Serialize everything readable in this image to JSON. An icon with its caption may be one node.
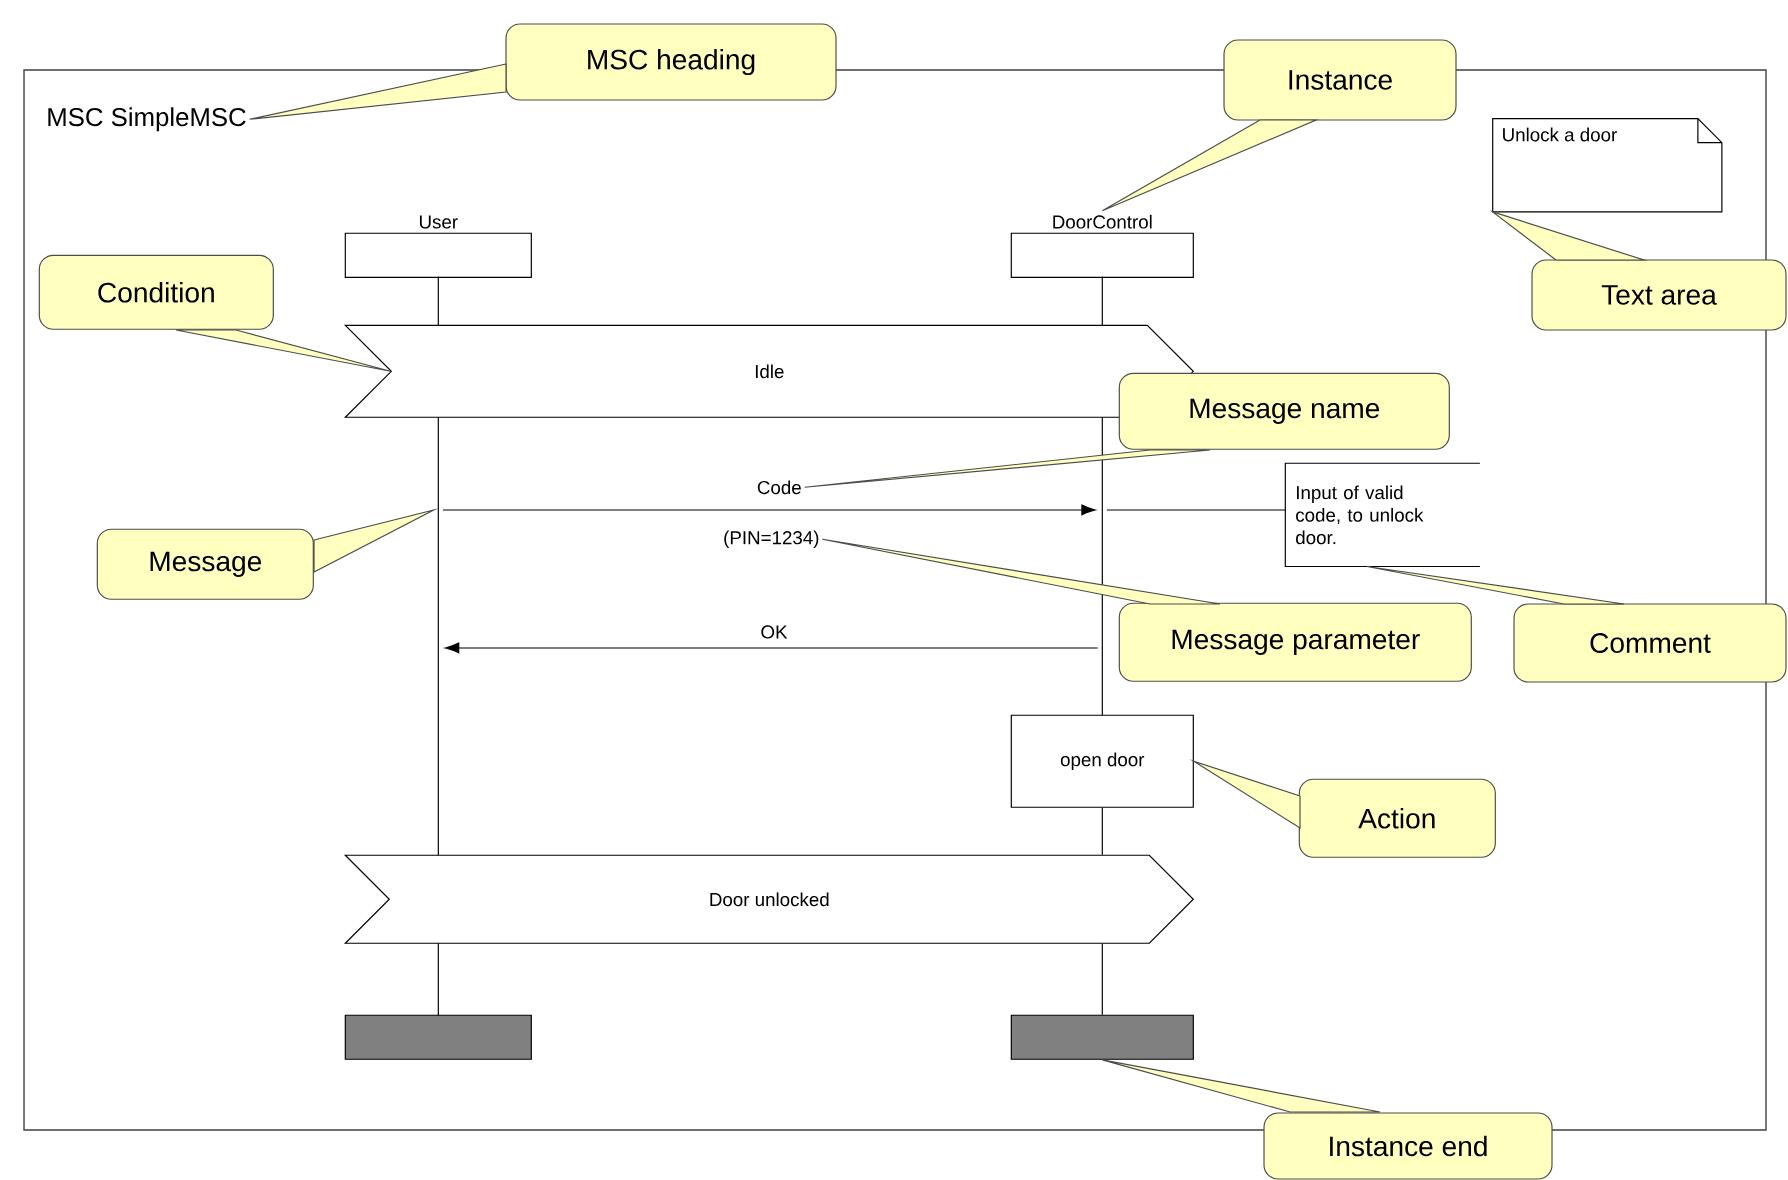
{
  "diagram": {
    "nodes": [
      {
        "text": [
          "MSC SimpleMSC"
        ]
      },
      {
        "text": [
          "MSC heading"
        ]
      },
      {
        "text": [
          "Instance"
        ]
      },
      {
        "text": [
          "User"
        ],
        "in": 0
      },
      {
        "text": [
          "DoorControl"
        ],
        "in": 0
      },
      {
        "text": [],
        "shape": "line",
        "in": 0
      },
      {
        "text": [],
        "shape": "line",
        "in": 0
      },
      {
        "text": [
          "Unlock a door"
        ],
        "in": 0
      },
      {
        "text": [
          "Condition"
        ],
        "in": 0
      },
      {
        "text": [
          "Text area"
        ]
      },
      {
        "text": [
          "Idle"
        ],
        "in": 0
      },
      {
        "text": [
          "Message name"
        ],
        "in": 0
      },
      {
        "text": [
          "Code"
        ],
        "in": 0
      },
      {
        "text": [
          "Input of valid code, to unlock door."
        ],
        "in": 0
      },
      {
        "text": [
          "Message"
        ],
        "in": 0
      },
      {
        "text": [
          "(PIN=1234)"
        ],
        "in": 0
      },
      {
        "text": [
          "Message parameter"
        ],
        "in": 0
      },
      {
        "text": [
          "Comment"
        ]
      },
      {
        "text": [
          "open door"
        ],
        "in": 0
      },
      {
        "text": [
          "Action"
        ],
        "in": 0
      },
      {
        "text": [
          "Door unlocked"
        ],
        "in": 0
      },
      {
        "text": [],
        "shape": "bar",
        "in": 0
      },
      {
        "text": [],
        "shape": "bar",
        "in": 0
      },
      {
        "text": [
          "Instance end"
        ]
      }
    ],
    "edges": [
      {
        "from": 5,
        "to": 6,
        "arrow": "to"
      },
      {
        "from": 6,
        "to": 5,
        "arrow": "to",
        "label": "OK"
      },
      {
        "from": 6,
        "to": 13,
        "arrow": "none"
      },
      {
        "from": 1,
        "to": 0,
        "arrow": "none",
        "color": "#ffffc0"
      },
      {
        "from": 2,
        "to": 4,
        "arrow": "none",
        "color": "#ffffc0"
      },
      {
        "from": 8,
        "to": 10,
        "arrow": "none",
        "color": "#ffffc0"
      },
      {
        "from": 9,
        "to": 7,
        "arrow": "none",
        "color": "#ffffc0"
      },
      {
        "from": 11,
        "to": 12,
        "arrow": "none",
        "color": "#ffffc0"
      },
      {
        "from": 14,
        "to": 5,
        "arrow": "none",
        "color": "#ffffc0"
      },
      {
        "from": 16,
        "to": 15,
        "arrow": "none",
        "color": "#ffffc0"
      },
      {
        "from": 17,
        "to": 13,
        "arrow": "none",
        "color": "#ffffc0"
      },
      {
        "from": 19,
        "to": 18,
        "arrow": "none",
        "color": "#ffffc0"
      },
      {
        "from": 23,
        "to": 22,
        "arrow": "none",
        "color": "#ffffc0"
      },
      {
        "from": 18,
        "to": 20,
        "arrow": "none"
      },
      {
        "from": 20,
        "to": 22,
        "arrow": "none"
      }
    ]
  }
}
